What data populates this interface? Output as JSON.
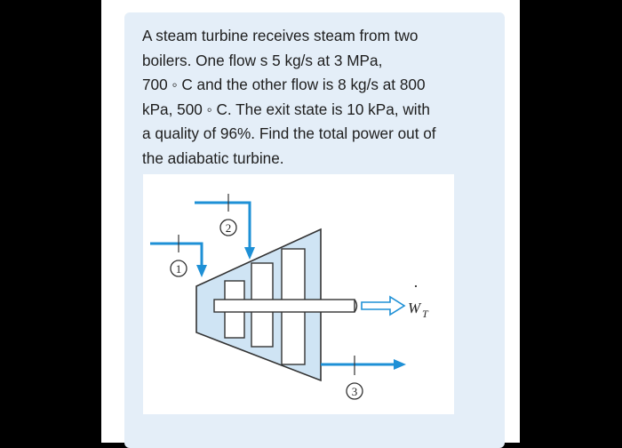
{
  "question": {
    "text": "A steam turbine receives steam from two\nboilers. One flow s  5 kg/s at 3 MPa,\n700 ◦ C and the other flow is 8 kg/s at 800\nkPa, 500 ◦ C. The exit state is 10 kPa, with\na quality of 96%. Find the total power out of\nthe adiabatic turbine."
  },
  "figure": {
    "inlet1_label": "1",
    "inlet2_label": "2",
    "exit_label": "3",
    "power_label_main": "W",
    "power_label_sub": "T",
    "power_dot": "·"
  },
  "colors": {
    "background": "#000000",
    "card": "#e4eef8",
    "turbine_fill": "#cfe4f4",
    "flow_arrow": "#1e90d6"
  }
}
